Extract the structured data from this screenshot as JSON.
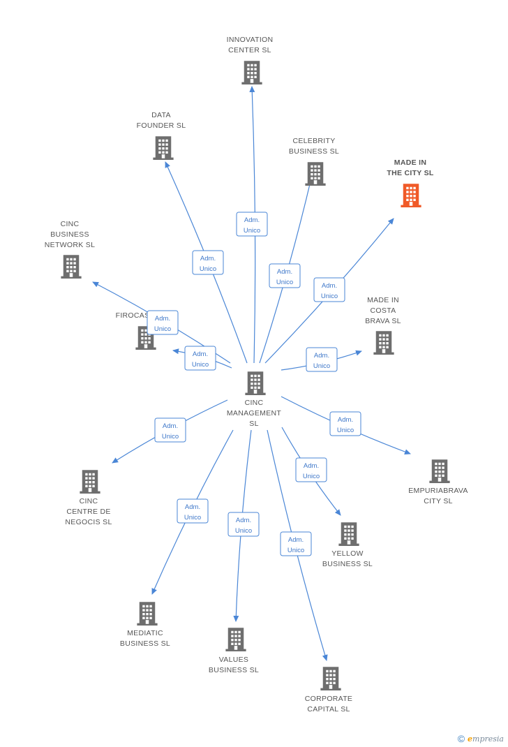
{
  "colors": {
    "node": "#6e6e6e",
    "highlight": "#f05a28",
    "edge": "#4a86d6",
    "label": "#555555"
  },
  "center": {
    "id": "cinc-management",
    "lines": [
      "CINC",
      "MANAGEMENT",
      "SL"
    ]
  },
  "nodes": [
    {
      "id": "innovation-center",
      "lines": [
        "INNOVATION",
        "CENTER  SL"
      ],
      "highlight": false
    },
    {
      "id": "data-founder",
      "lines": [
        "DATA",
        "FOUNDER  SL"
      ],
      "highlight": false
    },
    {
      "id": "celebrity-business",
      "lines": [
        "CELEBRITY",
        "BUSINESS  SL"
      ],
      "highlight": false
    },
    {
      "id": "made-in-the-city",
      "lines": [
        "MADE IN",
        "THE CITY  SL"
      ],
      "highlight": true
    },
    {
      "id": "cinc-business-network",
      "lines": [
        "CINC",
        "BUSINESS",
        "NETWORK  SL"
      ],
      "highlight": false
    },
    {
      "id": "firocas",
      "lines": [
        "FIROCAS"
      ],
      "highlight": false
    },
    {
      "id": "made-in-costa-brava",
      "lines": [
        "MADE IN",
        "COSTA",
        "BRAVA  SL"
      ],
      "highlight": false
    },
    {
      "id": "empuriabrava-city",
      "lines": [
        "EMPURIABRAVA",
        "CITY  SL"
      ],
      "highlight": false
    },
    {
      "id": "cinc-centre-de-negocis",
      "lines": [
        "CINC",
        "CENTRE DE",
        "NEGOCIS SL"
      ],
      "highlight": false
    },
    {
      "id": "yellow-business",
      "lines": [
        "YELLOW",
        "BUSINESS  SL"
      ],
      "highlight": false
    },
    {
      "id": "mediatic-business",
      "lines": [
        "MEDIATIC",
        "BUSINESS  SL"
      ],
      "highlight": false
    },
    {
      "id": "values-business",
      "lines": [
        "VALUES",
        "BUSINESS  SL"
      ],
      "highlight": false
    },
    {
      "id": "corporate-capital",
      "lines": [
        "CORPORATE",
        "CAPITAL  SL"
      ],
      "highlight": false
    }
  ],
  "edge_label": [
    "Adm.",
    "Unico"
  ],
  "footer": {
    "copyright": "©",
    "brand_initial": "e",
    "brand_rest": "mpresia"
  }
}
